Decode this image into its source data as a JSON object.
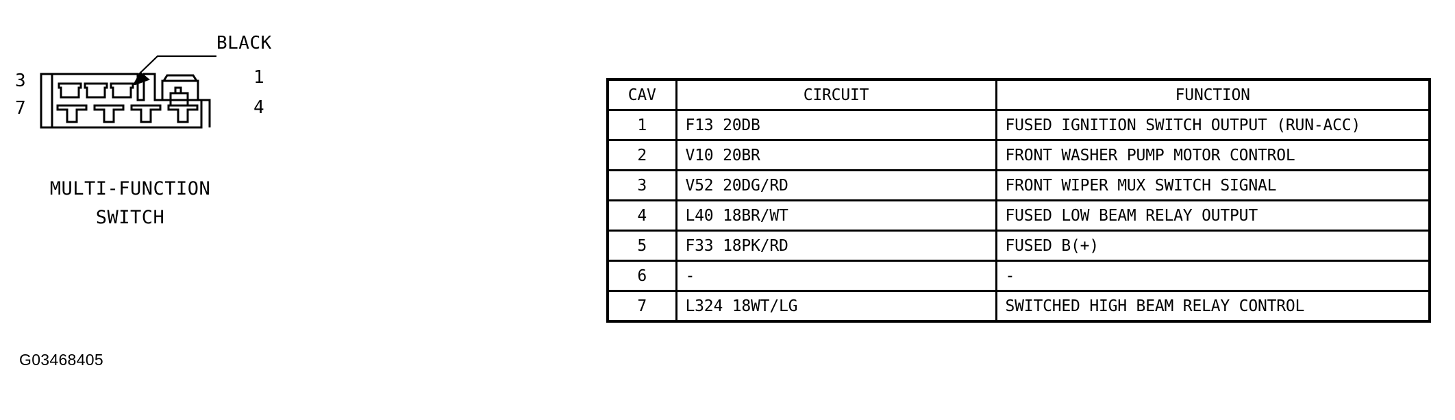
{
  "figure": {
    "id_label": "G03468405",
    "connector": {
      "color_callout": "BLACK",
      "caption_line1": "MULTI-FUNCTION",
      "caption_line2": "SWITCH",
      "corner_pin_labels": {
        "top_left": "3",
        "bottom_left": "7",
        "top_right": "1",
        "bottom_right": "4"
      },
      "top_row_cavities": 3,
      "bottom_row_cavities": 4,
      "has_locking_tab": true,
      "line_color": "#000000"
    }
  },
  "table": {
    "columns": [
      "CAV",
      "CIRCUIT",
      "FUNCTION"
    ],
    "rows": [
      {
        "cav": "1",
        "circuit": "F13 20DB",
        "function": "FUSED IGNITION SWITCH OUTPUT (RUN-ACC)"
      },
      {
        "cav": "2",
        "circuit": "V10 20BR",
        "function": "FRONT WASHER PUMP MOTOR CONTROL"
      },
      {
        "cav": "3",
        "circuit": "V52 20DG/RD",
        "function": "FRONT WIPER MUX SWITCH SIGNAL"
      },
      {
        "cav": "4",
        "circuit": "L40 18BR/WT",
        "function": "FUSED LOW BEAM RELAY OUTPUT"
      },
      {
        "cav": "5",
        "circuit": "F33 18PK/RD",
        "function": "FUSED B(+)"
      },
      {
        "cav": "6",
        "circuit": "-",
        "function": "-"
      },
      {
        "cav": "7",
        "circuit": "L324 18WT/LG",
        "function": "SWITCHED HIGH BEAM RELAY CONTROL"
      }
    ]
  },
  "colors": {
    "background": "#ffffff",
    "ink": "#000000"
  }
}
